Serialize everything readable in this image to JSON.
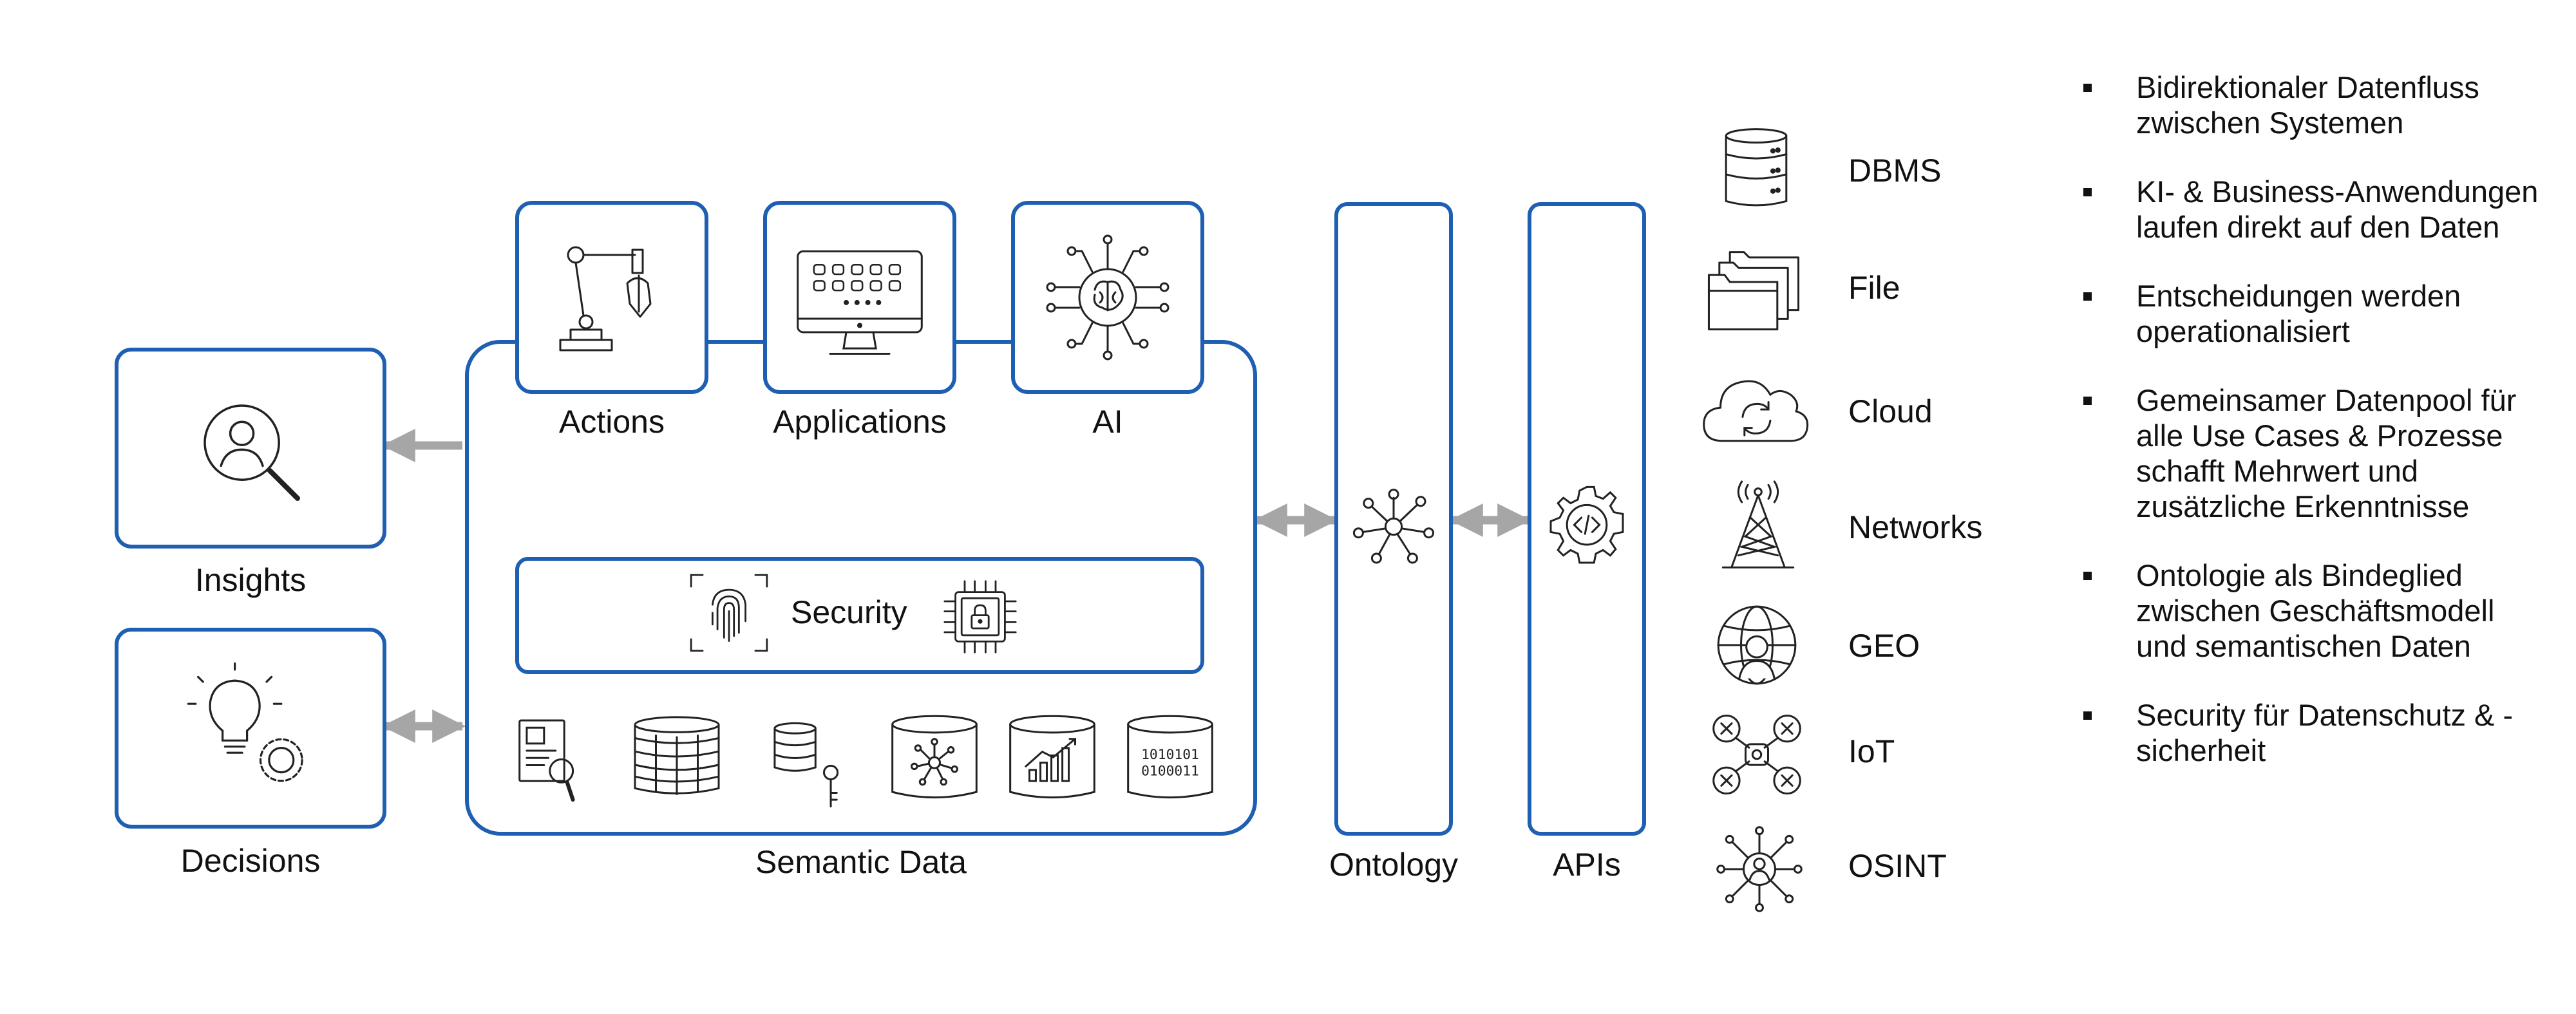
{
  "colors": {
    "accent": "#1f5fb2",
    "arrow": "#a6a6a6",
    "icon": "#222222"
  },
  "left": {
    "insights": {
      "label": "Insights",
      "icon": "person-search-icon"
    },
    "decisions": {
      "label": "Decisions",
      "icon": "lightbulb-gear-icon"
    }
  },
  "semantic": {
    "label": "Semantic Data",
    "top_tiles": [
      {
        "label": "Actions",
        "icon": "robot-arm-icon"
      },
      {
        "label": "Applications",
        "icon": "monitor-keyboard-icon"
      },
      {
        "label": "AI",
        "icon": "brain-network-icon"
      }
    ],
    "security": {
      "label": "Security",
      "icons": [
        "fingerprint-icon",
        "chip-lock-icon"
      ]
    },
    "data_icons": [
      "document-search-icon",
      "database-stack-icon",
      "database-key-icon",
      "database-network-icon",
      "database-chart-icon",
      "database-binary-icon"
    ],
    "binary_lines": [
      "1010101",
      "0100011"
    ]
  },
  "ontology": {
    "label": "Ontology",
    "icon": "network-hub-icon"
  },
  "apis": {
    "label": "APIs",
    "icon": "code-gear-icon"
  },
  "sources": [
    {
      "label": "DBMS",
      "icon": "server-icon"
    },
    {
      "label": "File",
      "icon": "folders-icon"
    },
    {
      "label": "Cloud",
      "icon": "cloud-sync-icon"
    },
    {
      "label": "Networks",
      "icon": "antenna-tower-icon"
    },
    {
      "label": "GEO",
      "icon": "globe-person-icon"
    },
    {
      "label": "IoT",
      "icon": "drone-icon"
    },
    {
      "label": "OSINT",
      "icon": "person-network-icon"
    }
  ],
  "bullets": [
    "Bidirektionaler Datenfluss zwischen Systemen",
    "KI- & Business-Anwendungen laufen direkt auf den Daten",
    "Entscheidungen werden operationalisiert",
    "Gemeinsamer Datenpool für alle Use Cases & Prozesse schafft Mehrwert und zusätzliche Erkenntnisse",
    "Ontologie als Bindeglied zwischen Geschäftsmodell und semantischen Daten",
    "Security für Datenschutz & -sicherheit"
  ]
}
